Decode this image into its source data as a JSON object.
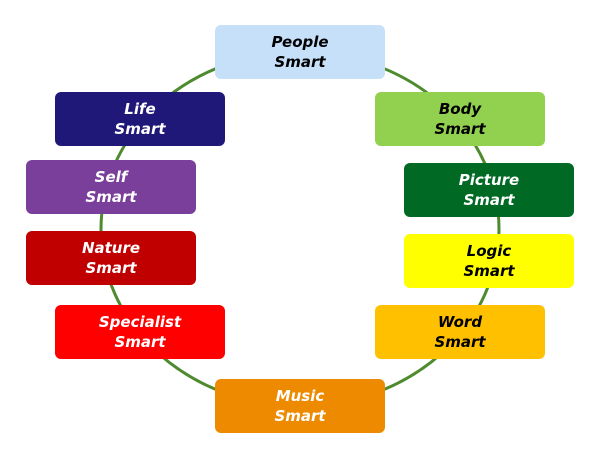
{
  "nodes": [
    {
      "line1": "People",
      "line2": "Smart",
      "bg": "#c6e0fa",
      "fg": "#000000"
    },
    {
      "line1": "Life",
      "line2": "Smart",
      "bg": "#201878",
      "fg": "#ffffff"
    },
    {
      "line1": "Body",
      "line2": "Smart",
      "bg": "#92d050",
      "fg": "#000000"
    },
    {
      "line1": "Self",
      "line2": "Smart",
      "bg": "#7a3f9a",
      "fg": "#ffffff"
    },
    {
      "line1": "Picture",
      "line2": "Smart",
      "bg": "#006a24",
      "fg": "#ffffff"
    },
    {
      "line1": "Nature",
      "line2": "Smart",
      "bg": "#c00000",
      "fg": "#ffffff"
    },
    {
      "line1": "Logic",
      "line2": "Smart",
      "bg": "#ffff00",
      "fg": "#000000"
    },
    {
      "line1": "Specialist",
      "line2": "Smart",
      "bg": "#ff0000",
      "fg": "#ffffff"
    },
    {
      "line1": "Word",
      "line2": "Smart",
      "bg": "#ffc000",
      "fg": "#000000"
    },
    {
      "line1": "Music",
      "line2": "Smart",
      "bg": "#ee8a00",
      "fg": "#ffffff"
    }
  ],
  "ring_color": "#4e8a2e"
}
